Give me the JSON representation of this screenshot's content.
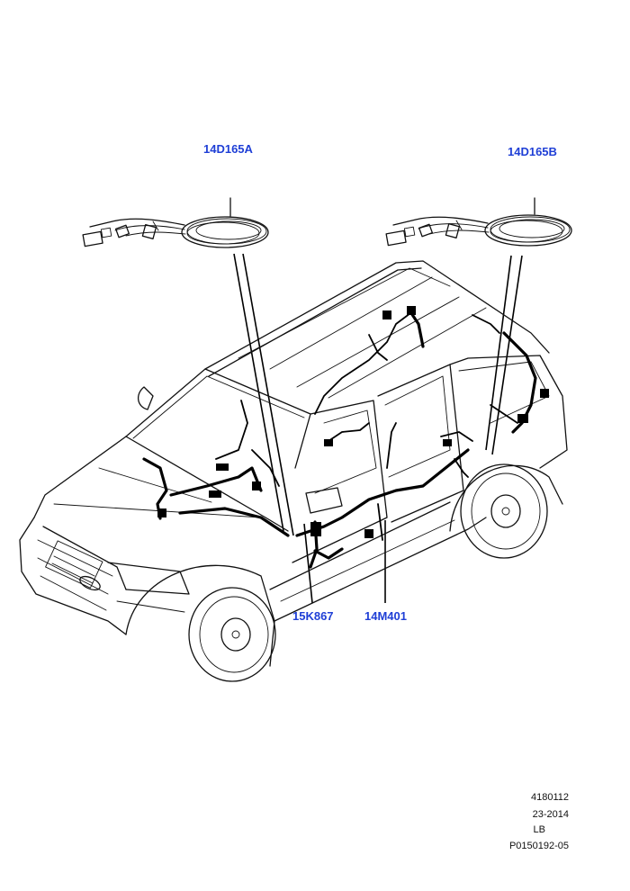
{
  "callouts": {
    "harness_a": "14D165A",
    "harness_b": "14D165B",
    "part_15k867": "15K867",
    "part_14m401": "14M401"
  },
  "footer": {
    "line1": "4180112",
    "line2": "23-2014",
    "line3": "LB",
    "line4": "P0150192-05"
  },
  "colors": {
    "callout_text": "#1f3fd6",
    "line_art": "#111111",
    "background": "#ffffff"
  }
}
